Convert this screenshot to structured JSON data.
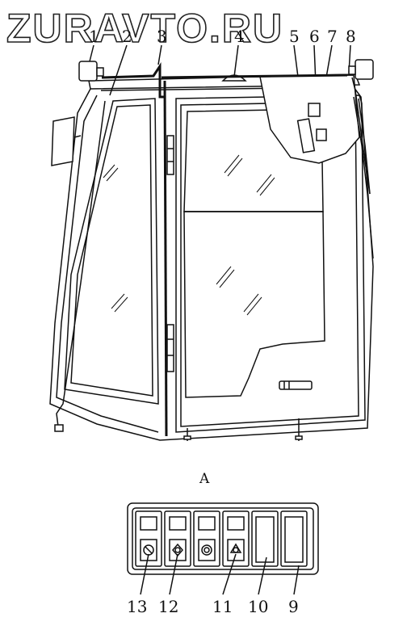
{
  "watermark": "ZURAVTO.RU",
  "view_label": "A",
  "top_callouts": [
    "1",
    "2",
    "3",
    "4",
    "5",
    "6",
    "7",
    "8"
  ],
  "bottom_callouts": [
    "13",
    "12",
    "11",
    "10",
    "9"
  ]
}
